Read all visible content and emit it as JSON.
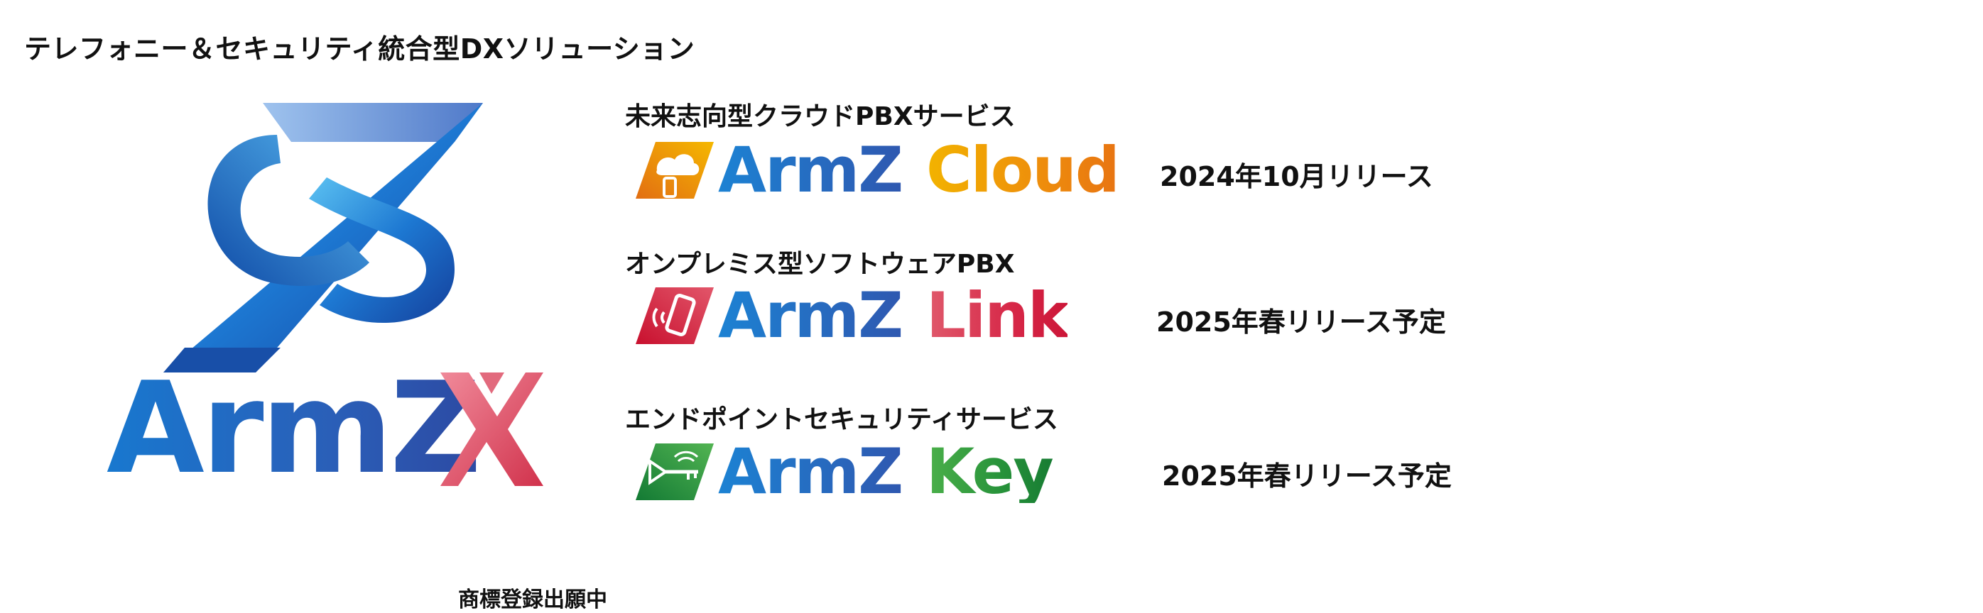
{
  "headline": "テレフォニー＆セキュリティ統合型DXソリューション",
  "main_logo": {
    "brand": "ArmZ",
    "mark_icon": "armz-x-mark-icon",
    "emblem_icon": "armz-ribbon-emblem-icon",
    "note": "商標登録出願中"
  },
  "products": [
    {
      "category": "未来志向型クラウドPBXサービス",
      "brand": "ArmZ",
      "name": "Cloud",
      "icon": "cloud-phone-icon",
      "release": "2024年10月リリース",
      "color": "#ee8d0c"
    },
    {
      "category": "オンプレミス型ソフトウェアPBX",
      "brand": "ArmZ",
      "name": "Link",
      "icon": "smartphone-signal-icon",
      "release": "2025年春リリース予定",
      "color": "#d72848"
    },
    {
      "category": "エンドポイントセキュリティサービス",
      "brand": "ArmZ",
      "name": "Key",
      "icon": "key-wifi-icon",
      "release": "2025年春リリース予定",
      "color": "#27923a"
    }
  ],
  "colors": {
    "brand_blue": "#2a5fb8",
    "x_red": "#d94a5e"
  }
}
